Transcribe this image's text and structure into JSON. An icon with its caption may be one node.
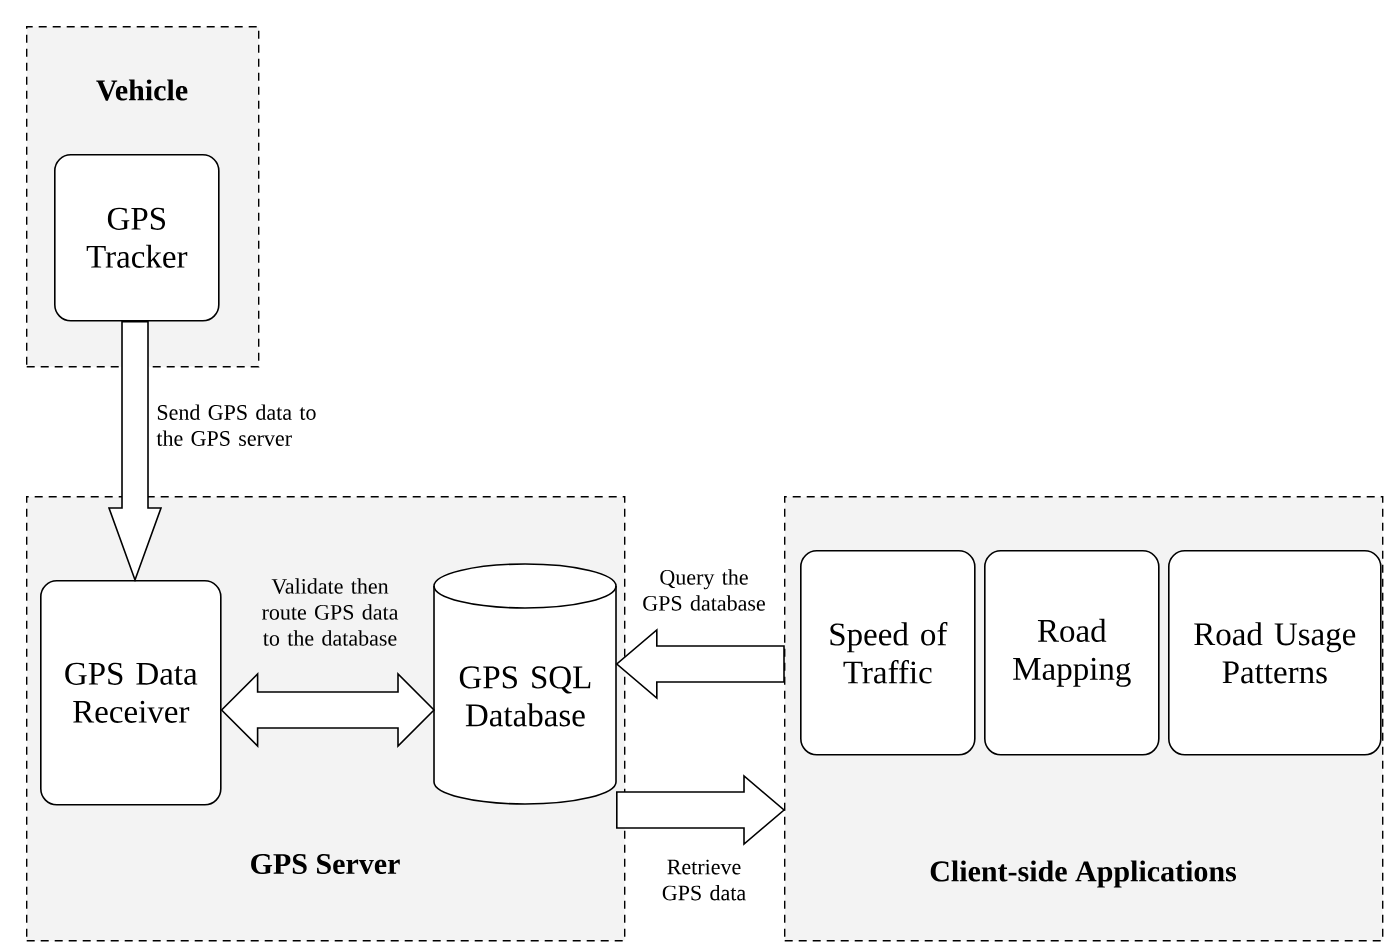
{
  "diagram": {
    "nodes": [
      {
        "text": [
          "Vehicle"
        ]
      },
      {
        "text": [
          "GPS Tracker"
        ],
        "in": 0
      },
      {
        "text": [
          "GPS Server"
        ]
      },
      {
        "text": [
          "GPS Data Receiver"
        ],
        "in": 2
      },
      {
        "text": [
          "GPS SQL Database"
        ],
        "in": 2
      },
      {
        "text": [
          "Client-side Applications"
        ]
      },
      {
        "text": [
          "Speed of Traffic"
        ],
        "in": 5
      },
      {
        "text": [
          "Road Mapping"
        ],
        "in": 5
      },
      {
        "text": [
          "Road Usage Patterns"
        ],
        "in": 5
      }
    ],
    "edges": [
      {
        "from": 1,
        "to": 3,
        "arrow": "to",
        "label": "Send GPS data to the GPS server"
      },
      {
        "from": 3,
        "to": 4,
        "arrow": "both",
        "label": "Validate then route GPS data to the database"
      },
      {
        "from": 5,
        "to": 4,
        "arrow": "to",
        "label": "Query the GPS database"
      },
      {
        "from": 4,
        "to": 5,
        "arrow": "to",
        "label": "Retrieve GPS data"
      }
    ]
  }
}
